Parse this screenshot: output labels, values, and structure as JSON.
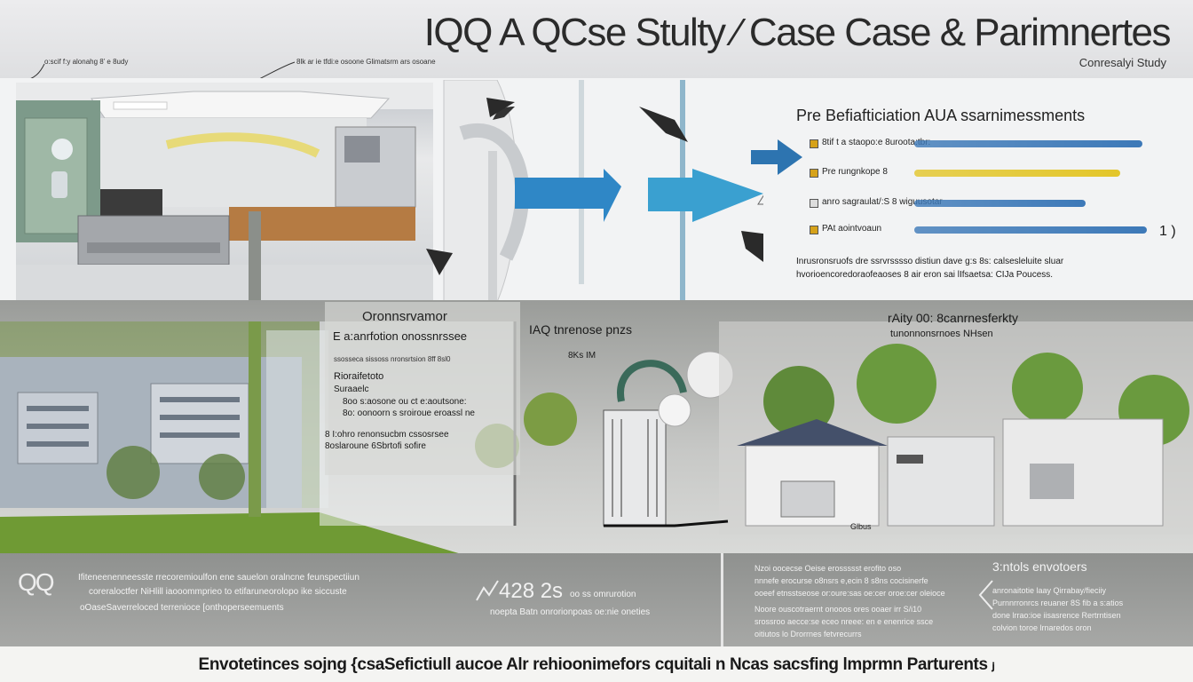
{
  "header": {
    "title": "IQQ A QCse Stulty ⁄ Case Case & Parimnertes",
    "subtitle": "Conresalyi Study",
    "caption_left": "o:scif f:y alonahg 8’ e 8udy",
    "caption_mid": "8lk ar ie tfdi:e osoone Glimatsrm ars osoane"
  },
  "assessment": {
    "heading": "Pre Befiafticiation AUA ssarnimessments",
    "bars": [
      {
        "label": "8tif t a staopo:e 8uroota:tbr:",
        "value": 0.93,
        "color": "#3d79b8"
      },
      {
        "label": "Pre rungnkope 8",
        "value": 0.84,
        "color": "#e3c62a"
      },
      {
        "label": "anro sagraulat/:S 8 wiguusotar",
        "value": 0.7,
        "color": "#3d79b8"
      },
      {
        "label": "PAt aointvoaun",
        "value": 0.95,
        "color": "#3d79b8"
      }
    ],
    "end_mark": "1 )",
    "note": "Inrusronsruofs dre ssrvrsssso distiun dave g:s 8s: calsesleluite sluar hvorioencoredoraofeaoses 8 air eron sai lIfsaetsa: CIJa Poucess."
  },
  "mid": {
    "box_title": "Oronnsrvamor",
    "box_sub": "E a:anrfotion onossnrssee",
    "line1": "ssosseca sissoss nronsrtsion 8ff 8sl0",
    "line2": "Rioraifetoto",
    "line3": "Suraaelc",
    "line4": "8oo s:aosone ou ct e:aoutsone:",
    "line5": "8o: oonoorn s sroiroue eroassl ne",
    "line6": "8 I:ohro renonsucbm cssosrsee",
    "line7": "8oslaroune 6Sbrtofi sofire",
    "iaq_title": "IAQ tnrenose pnzs",
    "iaq_sub": "8Ks IM",
    "right_title": "rAity 00: 8canrnesferkty",
    "right_sub": "tunonnonsrnoes NHsen",
    "glbus": "Glbus"
  },
  "bottom": {
    "logo": "QQ",
    "para1": "Ifiteneenenneesste rrecoremioulfon ene sauelon oralncne feunspectiiun",
    "para2": "coreraloctfer NiHlill iaooommprieo to etifaruneorolopo ike siccuste",
    "para3": "oOaseSaverreloced terrenioce [onthoperseemuents",
    "stat": "428 2s",
    "stat_line1": "oo ss omrurotion",
    "stat_line2": "noepta Batn onrorionpoas oe:nie oneties",
    "mid_para": [
      "Nzoi oocecse Oeise erossssst erofito oso",
      "nnnefe erocurse o8nsrs e,ecin 8 s8ns cocisinerfe",
      "ooeef etnsstseose or:oure:sas oe:cer oroe:cer oleioce",
      "Noore ouscotraernt onooos ores ooaer irr S/i10",
      "srossroo aecce:se eceo nreee: en e enenrice ssce",
      "oitiutos lo Drorrnes fetvrecurrs"
    ],
    "right_title": "3:ntols envotoers",
    "right_para": [
      "anronaitotie laay Qirrabay/fieciiy",
      "Purnnrronrcs reuaner 8S fib a s:atios",
      "done lrrao:ioe iisasrence Rertrntisen",
      "colvion toroe lrnaredos oron"
    ]
  },
  "footer": {
    "text": "Envotetinces sojng {csaSefictiull aucoe Alr rehioonimefors cquitali n Ncas sacsfing lmprmn Parturents ⱼ"
  },
  "colors": {
    "accent_blue": "#3d79b8",
    "accent_yellow": "#e3c62a",
    "arrow_blue": "#2f87c6",
    "grass": "#6f9a34"
  }
}
